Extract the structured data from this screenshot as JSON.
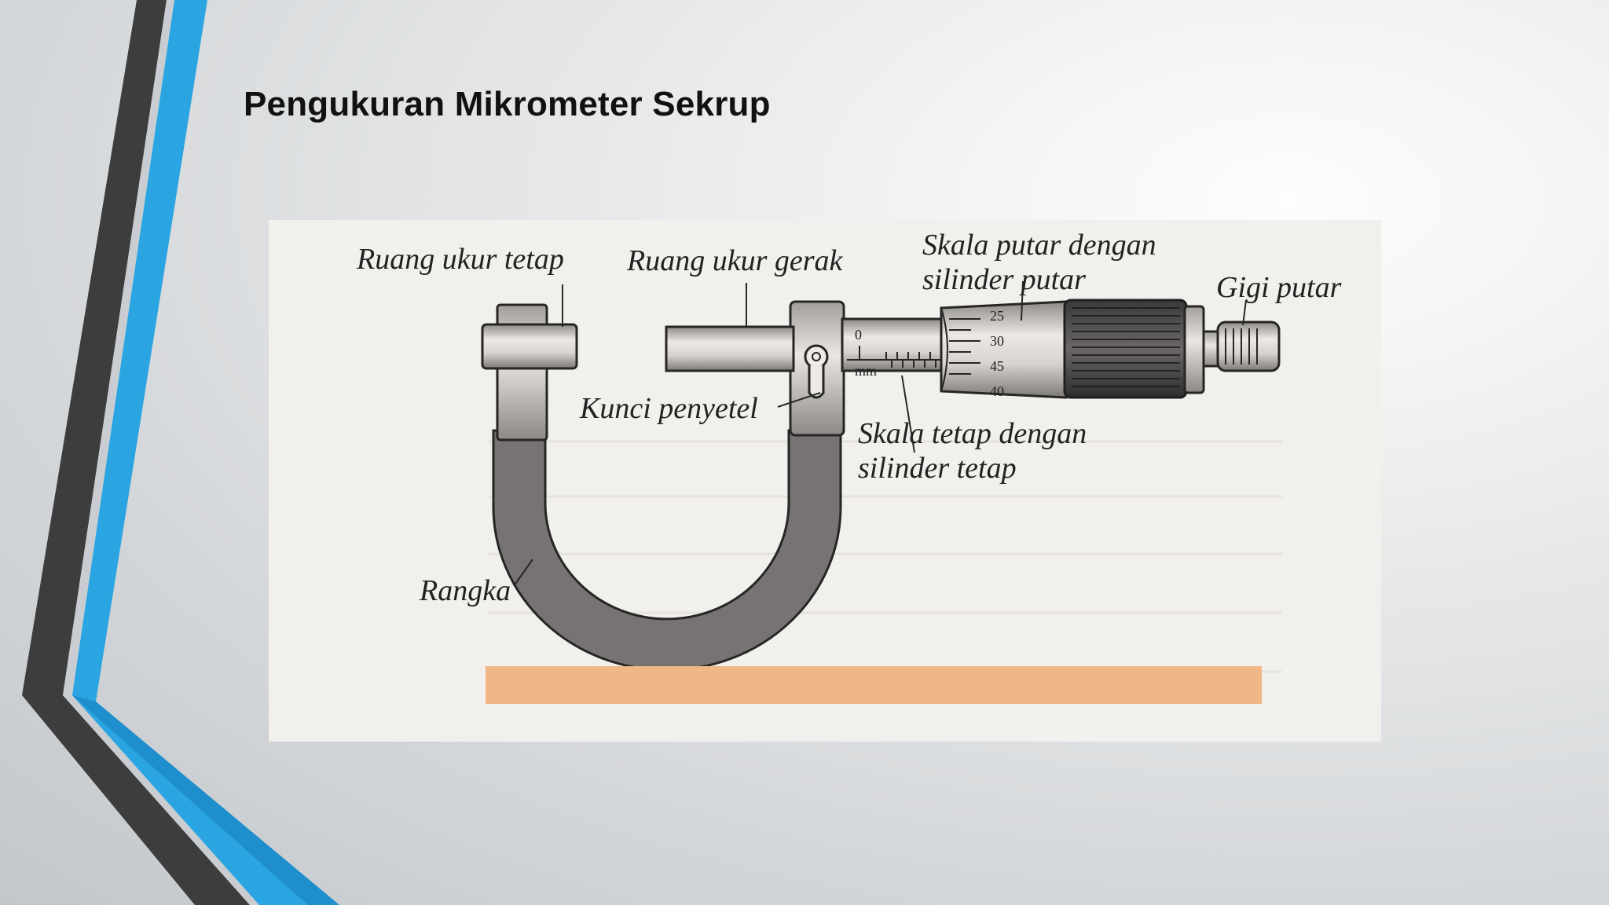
{
  "slide": {
    "title": "Pengukuran Mikrometer Sekrup",
    "accent_color": "#2aa5e2",
    "dark_accent_color": "#3f3f3f"
  },
  "diagram": {
    "labels": {
      "fixed_anvil": "Ruang ukur tetap",
      "spindle": "Ruang ukur gerak",
      "thimble_scale_line1": "Skala putar dengan",
      "thimble_scale_line2": "silinder putar",
      "ratchet": "Gigi putar",
      "lock": "Kunci penyetel",
      "sleeve_scale_line1": "Skala tetap dengan",
      "sleeve_scale_line2": "silinder tetap",
      "frame": "Rangka"
    },
    "sleeve_zero": "0",
    "sleeve_unit": "mm",
    "thimble_ticks": [
      "25",
      "30",
      "45",
      "40"
    ],
    "caption_bar_color": "#f0b686"
  }
}
